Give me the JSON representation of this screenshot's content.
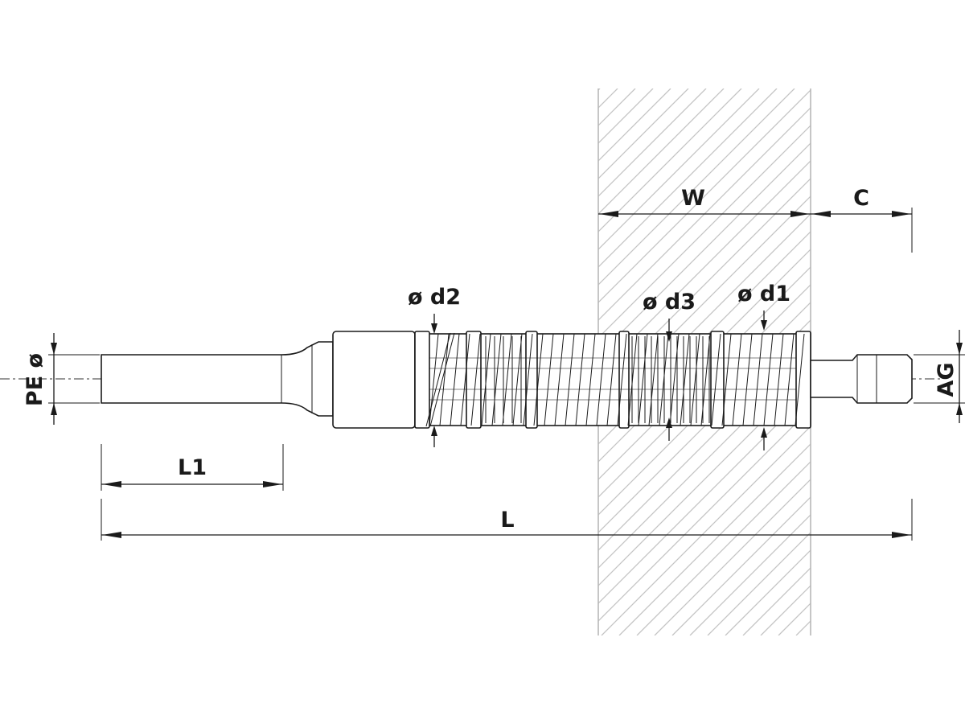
{
  "diagram": {
    "labels": {
      "pe": "PE ø",
      "l1": "L1",
      "l": "L",
      "d2": "ø d2",
      "d3": "ø d3",
      "d1": "ø d1",
      "w": "W",
      "c": "C",
      "ag": "AG"
    },
    "colors": {
      "line": "#1a1a1a",
      "hatch": "#c4c4c4",
      "background": "#ffffff"
    }
  }
}
